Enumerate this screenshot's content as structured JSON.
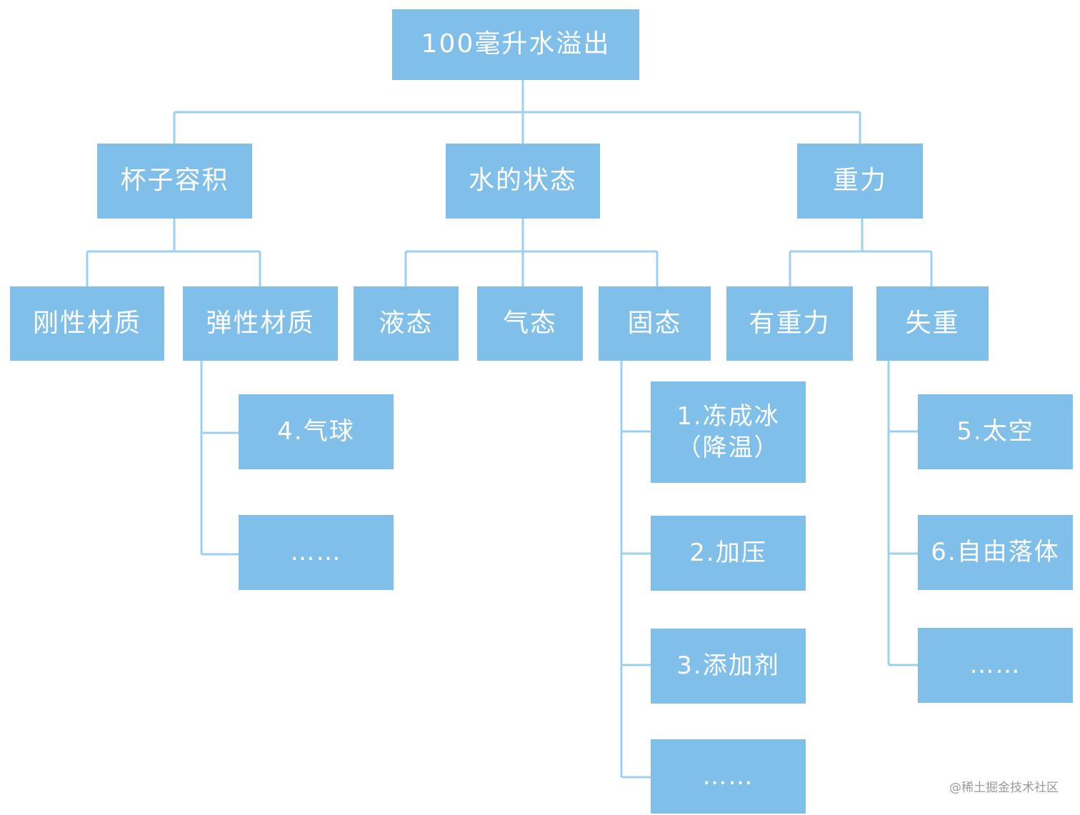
{
  "root": "100毫升水溢出",
  "level1": {
    "cup": "杯子容积",
    "water": "水的状态",
    "gravity": "重力"
  },
  "level2": {
    "rigid": "刚性材质",
    "elastic": "弹性材质",
    "liquid": "液态",
    "gas": "气态",
    "solid": "固态",
    "with_gravity": "有重力",
    "weightless": "失重"
  },
  "leaves": {
    "balloon": "4.气球",
    "elastic_more": "……",
    "freeze": "1.冻成冰\n（降温）",
    "pressure": "2.加压",
    "additive": "3.添加剂",
    "solid_more": "……",
    "space": "5.太空",
    "freefall": "6.自由落体",
    "weightless_more": "……"
  },
  "watermark": "@稀土掘金技术社区",
  "colors": {
    "box": "#7fbfe9",
    "line": "#9cd0ef",
    "text": "#ffffff"
  }
}
